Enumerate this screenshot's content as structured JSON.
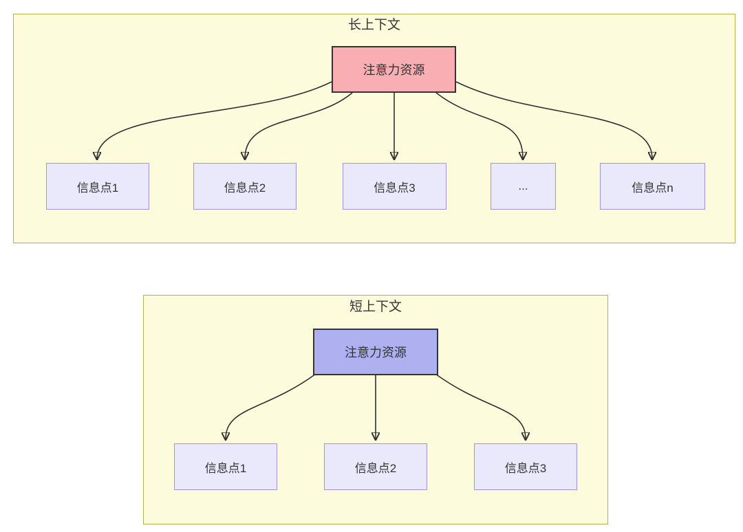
{
  "diagram": {
    "long_context": {
      "title": "长上下文",
      "attention_label": "注意力资源",
      "info_points": [
        "信息点1",
        "信息点2",
        "信息点3",
        "...",
        "信息点n"
      ]
    },
    "short_context": {
      "title": "短上下文",
      "attention_label": "注意力资源",
      "info_points": [
        "信息点1",
        "信息点2",
        "信息点3"
      ]
    },
    "colors": {
      "container_fill": "#fcfbdb",
      "container_border": "#b2b14a",
      "attention_long_fill": "#f9aeb4",
      "attention_short_fill": "#aeb0f0",
      "attention_border": "#333333",
      "info_fill": "#e9e9fb",
      "info_border": "#a292e0",
      "arrow": "#2f2f2f",
      "text": "#333333"
    }
  }
}
